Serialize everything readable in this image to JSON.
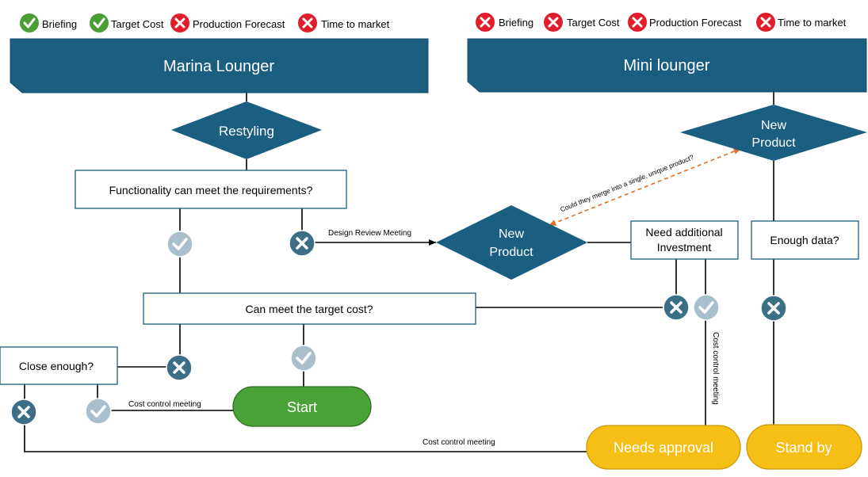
{
  "colors": {
    "banner": "#1a5e80",
    "diamond": "#1a5e80",
    "x_badge": "#3c6f86",
    "check_badge": "#a9bfcb",
    "status_ok": "#4a9e35",
    "status_bad": "#e01e2b",
    "start": "#4aa336",
    "pending": "#f5bf16",
    "dashed": "#e46d25"
  },
  "status_left": [
    {
      "label": "Briefing",
      "status": "ok"
    },
    {
      "label": "Target Cost",
      "status": "ok"
    },
    {
      "label": "Production Forecast",
      "status": "bad"
    },
    {
      "label": "Time to market",
      "status": "bad"
    }
  ],
  "status_right": [
    {
      "label": "Briefing",
      "status": "bad"
    },
    {
      "label": "Target Cost",
      "status": "bad"
    },
    {
      "label": "Production Forecast",
      "status": "bad"
    },
    {
      "label": "Time to market",
      "status": "bad"
    }
  ],
  "banners": {
    "left": "Marina Lounger",
    "right": "Mini lounger"
  },
  "diamonds": {
    "restyling": [
      "Restyling"
    ],
    "new_product_right": [
      "New",
      "Product"
    ],
    "new_product_center": [
      "New",
      "Product"
    ]
  },
  "boxes": {
    "functionality": "Functionality can meet the requirements?",
    "target_cost": "Can meet the target cost?",
    "close_enough": "Close enough?",
    "need_investment": [
      "Need additional",
      "Investment"
    ],
    "enough_data": "Enough data?"
  },
  "terminals": {
    "start": "Start",
    "needs_approval": "Needs approval",
    "stand_by": "Stand by"
  },
  "edge_labels": {
    "design_review": "Design Review Meeting",
    "merge_question": "Could they merge into a single, unique product?",
    "cost_control_left": "Cost control meeting",
    "cost_control_bottom": "Cost control meeting",
    "cost_control_vertical": "Cost control meeting"
  }
}
